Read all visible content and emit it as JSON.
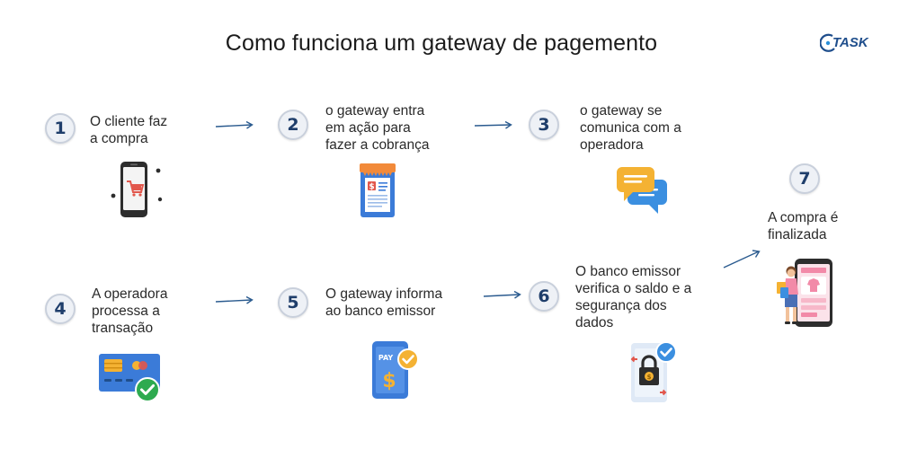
{
  "title": "Como funciona um gateway de pagemento",
  "logo": {
    "text": "TASK",
    "icon": "task-logo-icon"
  },
  "colors": {
    "badge_text": "#1f3e6b",
    "arrow": "#2b5b8f",
    "accent_blue": "#3b7bd8"
  },
  "steps": [
    {
      "number": "1",
      "label": "O cliente faz\na compra",
      "icon": "smartphone-shopping-cart-icon"
    },
    {
      "number": "2",
      "label": "o gateway entra\nem ação para\nfazer a cobrança",
      "icon": "receipt-dollar-icon"
    },
    {
      "number": "3",
      "label": "o gateway se\ncomunica com a\noperadora",
      "icon": "chat-bubbles-icon"
    },
    {
      "number": "4",
      "label": "A operadora\nprocessa a\ntransação",
      "icon": "credit-card-check-icon"
    },
    {
      "number": "5",
      "label": "O gateway informa\nao banco emissor",
      "icon": "pay-phone-check-icon"
    },
    {
      "number": "6",
      "label": "O banco emissor\nverifica o saldo e a\nsegurança dos\ndados",
      "icon": "phone-lock-check-icon"
    },
    {
      "number": "7",
      "label": "A compra é\nfinalizada",
      "icon": "shopper-phone-icon"
    }
  ]
}
